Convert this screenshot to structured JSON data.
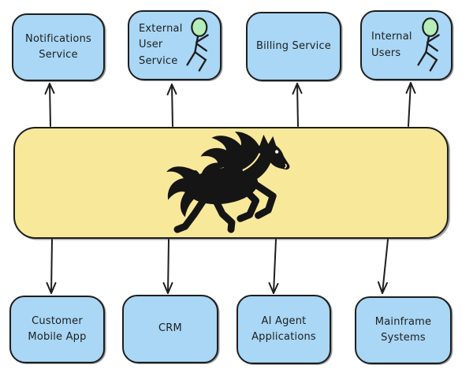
{
  "diagram": {
    "top_row": [
      {
        "label": "Notifications\nService",
        "person": false
      },
      {
        "label": "External\nUser\nService",
        "person": true
      },
      {
        "label": "Billing Service",
        "person": false
      },
      {
        "label": "Internal\nUsers",
        "person": true
      }
    ],
    "hub": {
      "icon": "horse-icon"
    },
    "bottom_row": [
      {
        "label": "Customer\nMobile App"
      },
      {
        "label": "CRM"
      },
      {
        "label": "AI Agent\nApplications"
      },
      {
        "label": "Mainframe\nSystems"
      }
    ],
    "connections": [
      {
        "from": "hub",
        "to": "Notifications Service",
        "direction": "up"
      },
      {
        "from": "hub",
        "to": "External User Service",
        "direction": "up"
      },
      {
        "from": "hub",
        "to": "Billing Service",
        "direction": "up"
      },
      {
        "from": "hub",
        "to": "Internal Users",
        "direction": "up"
      },
      {
        "from": "hub",
        "to": "Customer Mobile App",
        "direction": "down"
      },
      {
        "from": "hub",
        "to": "CRM",
        "direction": "down"
      },
      {
        "from": "hub",
        "to": "AI Agent Applications",
        "direction": "down"
      },
      {
        "from": "hub",
        "to": "Mainframe Systems",
        "direction": "down"
      }
    ],
    "colors": {
      "node_fill": "#a9d7f5",
      "hub_fill": "#f8e89a",
      "stroke": "#1e1e1e",
      "person_head": "#b5eeb8"
    }
  }
}
